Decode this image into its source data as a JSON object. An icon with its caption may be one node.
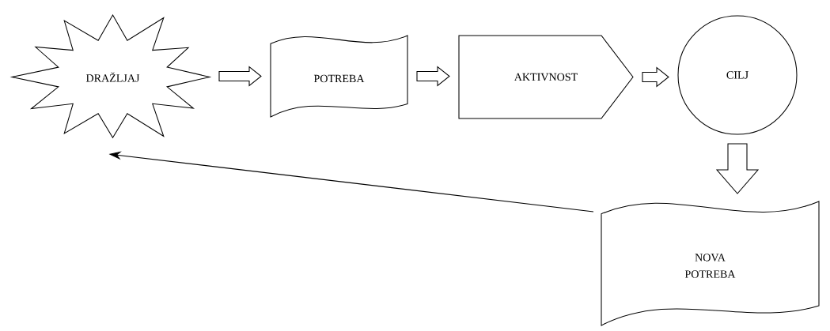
{
  "diagram": {
    "nodes": [
      {
        "text": [
          "DRAŽLJAJ"
        ]
      },
      {
        "text": [
          "POTREBA"
        ]
      },
      {
        "text": [
          "AKTIVNOST"
        ]
      },
      {
        "text": [
          "CILJ"
        ]
      },
      {
        "text": [
          "NOVA POTREBA"
        ]
      }
    ],
    "edges": [
      {
        "from": 0,
        "to": 1,
        "arrow": "to"
      },
      {
        "from": 1,
        "to": 2,
        "arrow": "to"
      },
      {
        "from": 2,
        "to": 3,
        "arrow": "to"
      },
      {
        "from": 3,
        "to": 4,
        "arrow": "to"
      },
      {
        "from": 4,
        "to": 0,
        "arrow": "to"
      }
    ]
  }
}
